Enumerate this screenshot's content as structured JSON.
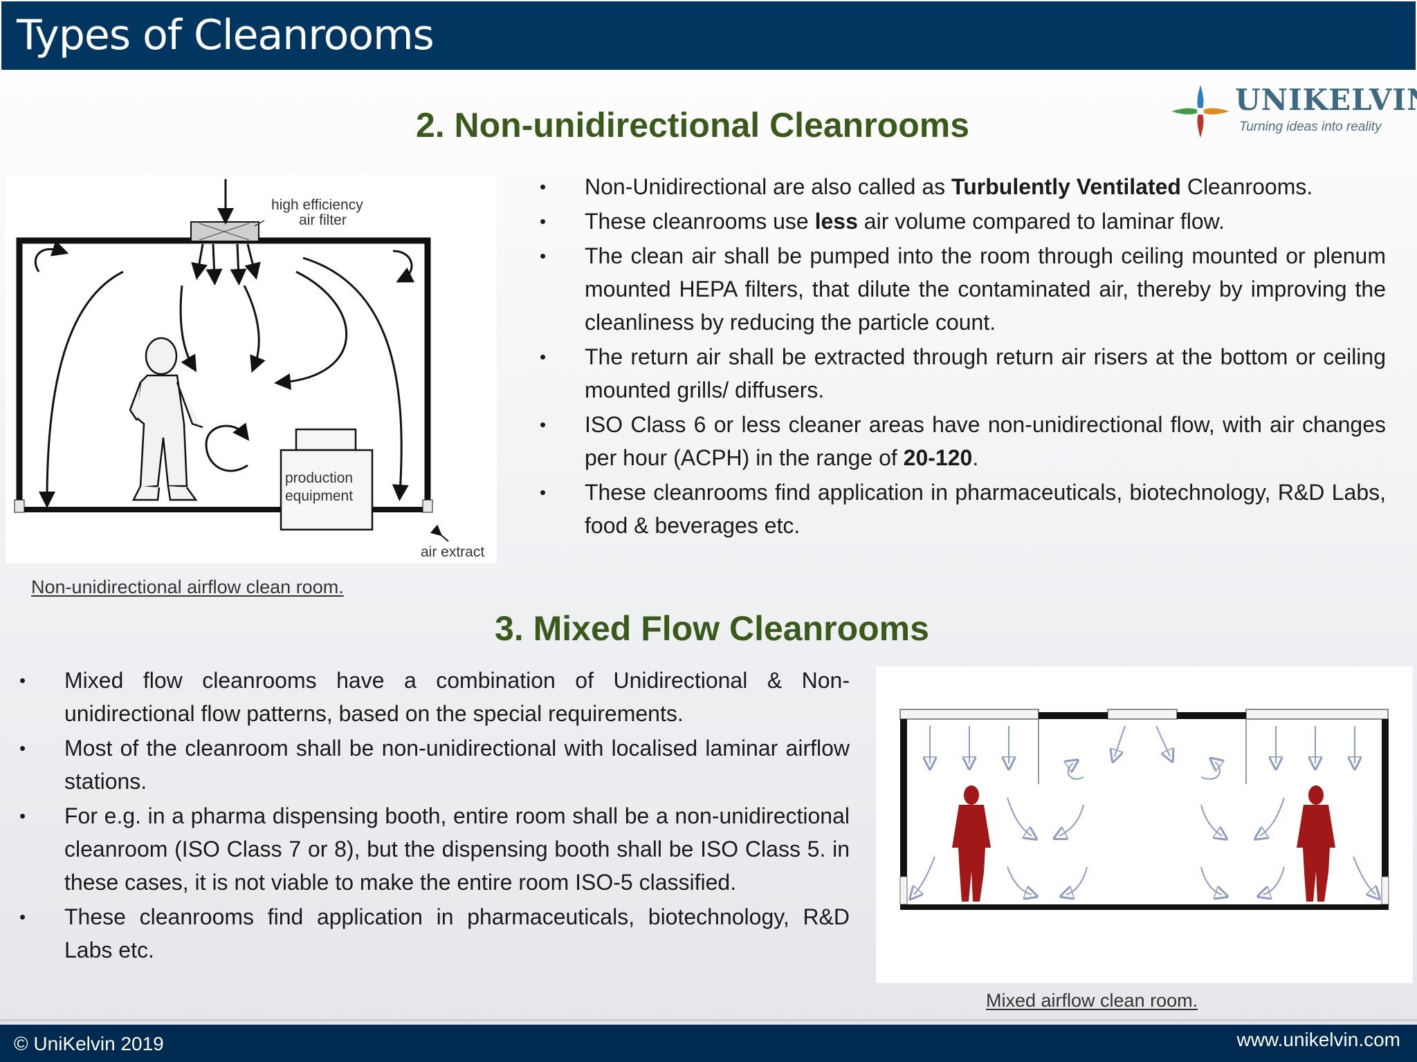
{
  "header": {
    "title": "Types of Cleanrooms"
  },
  "logo": {
    "brand": "UNIKELVIN",
    "tagline": "Turning ideas into reality"
  },
  "section_non_unidirectional": {
    "heading": "2. Non-unidirectional Cleanrooms",
    "figure": {
      "caption": "Non-unidirectional  airflow clean room.",
      "labels": {
        "filter": [
          "high efficiency",
          "air filter"
        ],
        "equipment": [
          "production",
          "equipment"
        ],
        "extract": "air extract"
      }
    },
    "bullets": [
      {
        "pre": "Non-Unidirectional are also called as ",
        "bold": "Turbulently Ventilated",
        "post": " Cleanrooms."
      },
      {
        "pre": "These cleanrooms use ",
        "bold": "less",
        "post": " air volume compared to laminar flow."
      },
      {
        "pre": "The clean air shall be pumped into the room through ceiling mounted or plenum mounted HEPA filters, that dilute the contaminated air, thereby by improving the cleanliness by reducing the particle count.",
        "bold": "",
        "post": ""
      },
      {
        "pre": "The return air shall be extracted through return air risers at the bottom or ceiling mounted grills/ diffusers.",
        "bold": "",
        "post": ""
      },
      {
        "pre": "ISO Class 6 or less cleaner areas have non-unidirectional flow, with air changes per hour (ACPH) in the range of ",
        "bold": "20-120",
        "post": "."
      },
      {
        "pre": "These cleanrooms find application in pharmaceuticals, biotechnology, R&D Labs, food & beverages etc.",
        "bold": "",
        "post": ""
      }
    ]
  },
  "section_mixed": {
    "heading": "3. Mixed Flow Cleanrooms",
    "figure": {
      "caption": "Mixed  airflow clean room."
    },
    "bullets": [
      "Mixed flow cleanrooms have a combination of Unidirectional & Non-unidirectional flow patterns, based on the special requirements.",
      "Most of the cleanroom shall be non-unidirectional with localised laminar airflow stations.",
      "For e.g. in a pharma dispensing booth, entire room shall be a non-unidirectional cleanroom (ISO Class 7 or 8), but the dispensing booth shall be ISO Class 5. in these cases, it is not viable to make the entire room ISO-5 classified.",
      "These cleanrooms find application in pharmaceuticals, biotechnology, R&D Labs etc."
    ]
  },
  "footer": {
    "copyright": "© UniKelvin 2019",
    "url": "www.unikelvin.com"
  },
  "colors": {
    "title_bar": "#003660",
    "heading_green": "#3a5a1c",
    "footer": "#002a4f",
    "person_red": "#a01818",
    "arrow_blue": "#8e9cc4"
  }
}
